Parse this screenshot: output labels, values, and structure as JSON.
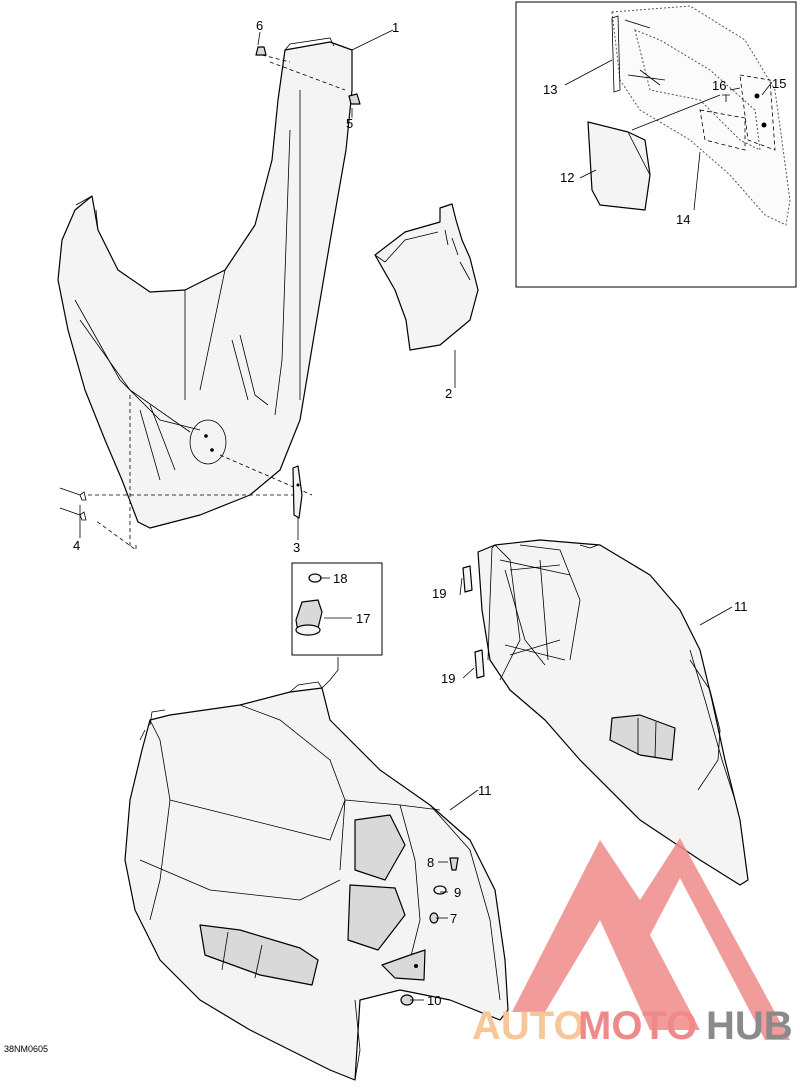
{
  "diagram": {
    "document_code": "38NM0605",
    "callouts": [
      {
        "id": "c1",
        "label": "1"
      },
      {
        "id": "c2",
        "label": "2"
      },
      {
        "id": "c3",
        "label": "3"
      },
      {
        "id": "c4",
        "label": "4"
      },
      {
        "id": "c5",
        "label": "5"
      },
      {
        "id": "c6",
        "label": "6"
      },
      {
        "id": "c7",
        "label": "7"
      },
      {
        "id": "c8",
        "label": "8"
      },
      {
        "id": "c9",
        "label": "9"
      },
      {
        "id": "c10",
        "label": "10"
      },
      {
        "id": "c11a",
        "label": "11"
      },
      {
        "id": "c11b",
        "label": "11"
      },
      {
        "id": "c12",
        "label": "12"
      },
      {
        "id": "c13",
        "label": "13"
      },
      {
        "id": "c14",
        "label": "14"
      },
      {
        "id": "c15",
        "label": "15"
      },
      {
        "id": "c16",
        "label": "16"
      },
      {
        "id": "c17",
        "label": "17"
      },
      {
        "id": "c18",
        "label": "18"
      },
      {
        "id": "c19a",
        "label": "19"
      },
      {
        "id": "c19b",
        "label": "19"
      }
    ]
  },
  "watermark": {
    "part1": "AUTO",
    "part2": "MOTO",
    "part3": "HUB",
    "color_light": "#f7c79a",
    "color_red": "#f08a8a",
    "color_dark": "#8a8a8a"
  }
}
